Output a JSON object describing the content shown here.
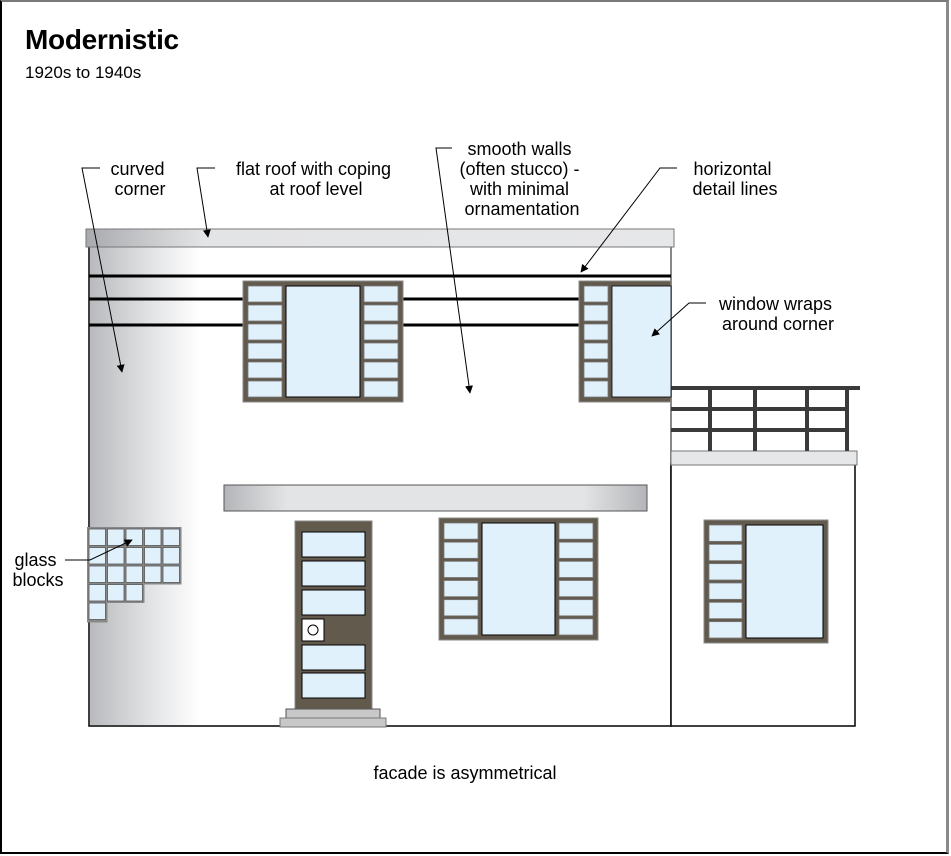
{
  "header": {
    "title": "Modernistic",
    "subtitle": "1920s to 1940s"
  },
  "annotations": {
    "curved_corner": [
      "curved",
      "corner"
    ],
    "flat_roof": [
      "flat roof with coping",
      "at roof level"
    ],
    "smooth_walls": [
      "smooth walls",
      "(often stucco) -",
      "with minimal",
      "ornamentation"
    ],
    "horizontal_lines": [
      "horizontal",
      "detail lines"
    ],
    "window_wraps": [
      "window wraps",
      "around corner"
    ],
    "glass_blocks": [
      "glass",
      "blocks"
    ]
  },
  "caption": "facade is asymmetrical",
  "colors": {
    "glass": "#e0f1fb",
    "frame": "#635a4e",
    "coping": "#e6e7e8",
    "wall": "#ffffff",
    "rail": "#3a3a3a",
    "step": "#c8c8c8"
  }
}
